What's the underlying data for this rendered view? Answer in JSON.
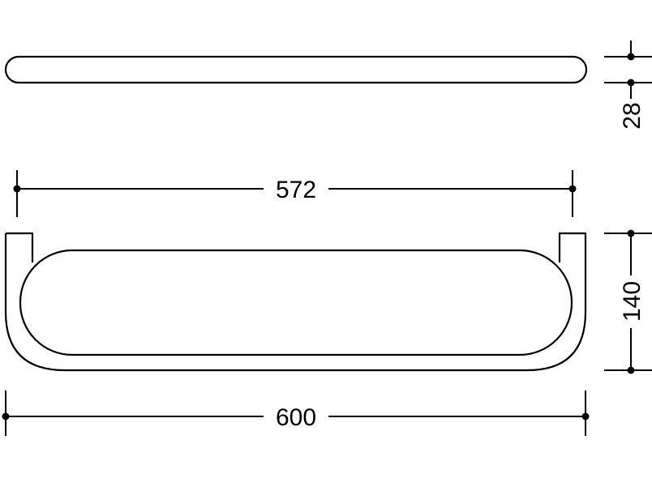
{
  "drawing": {
    "stroke_color": "#000000",
    "background_color": "#ffffff"
  },
  "dimensions": {
    "top_width": "572",
    "bottom_width": "600",
    "depth": "140",
    "thickness": "28"
  }
}
